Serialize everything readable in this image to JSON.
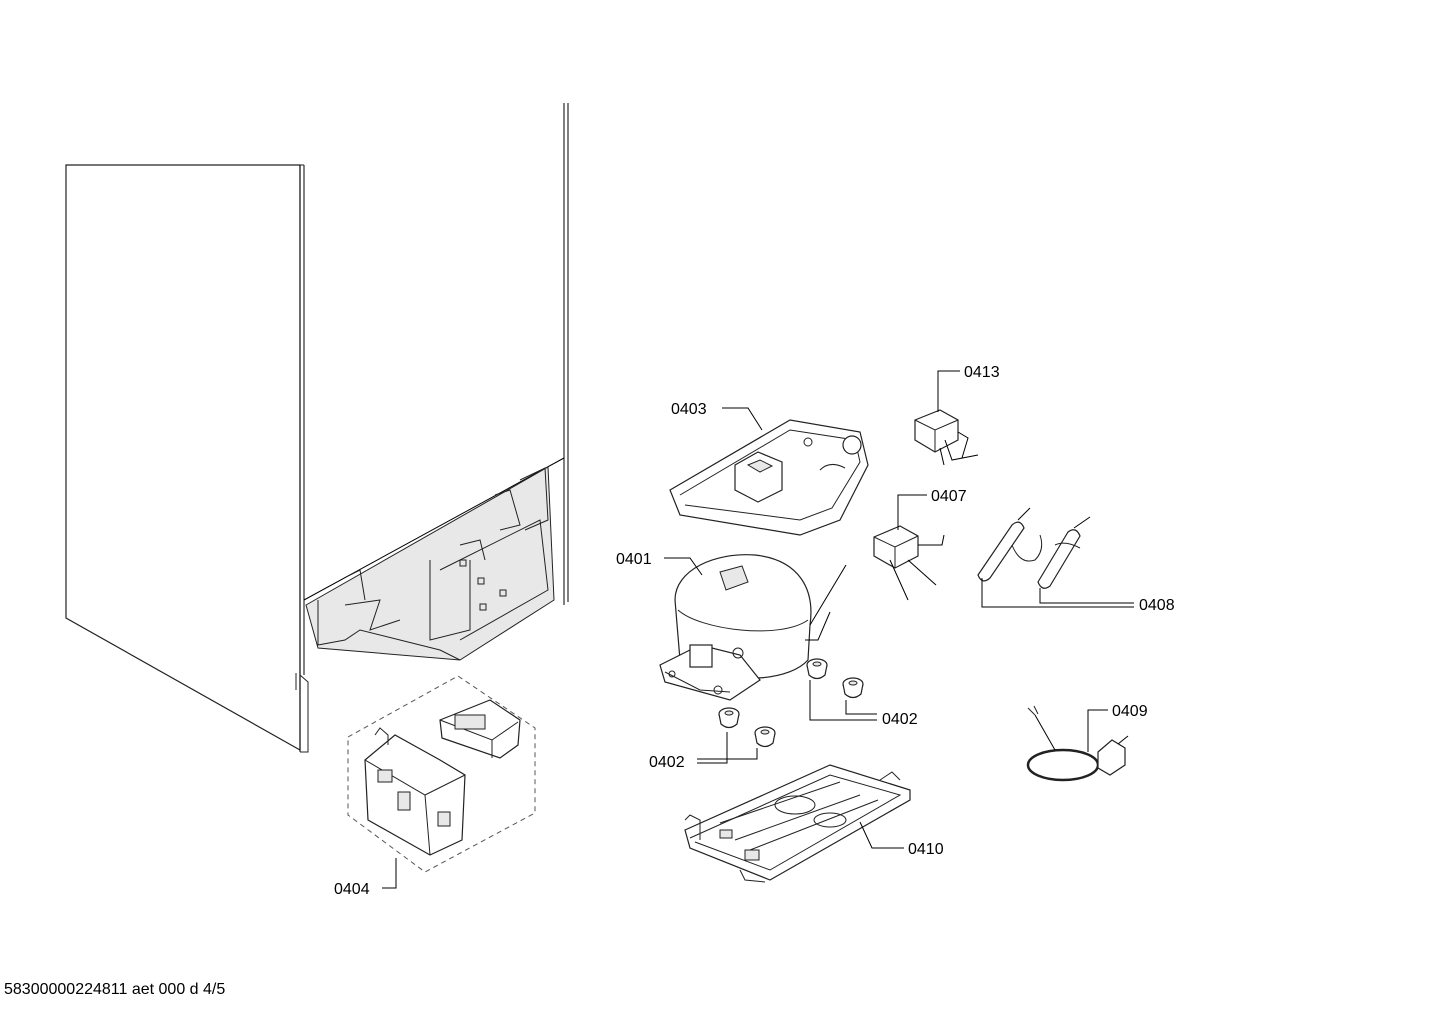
{
  "callouts": {
    "p0401": "0401",
    "p0402a": "0402",
    "p0402b": "0402",
    "p0403": "0403",
    "p0404": "0404",
    "p0407": "0407",
    "p0408": "0408",
    "p0409": "0409",
    "p0410": "0410",
    "p0413": "0413"
  },
  "footer": "58300000224811 aet 000 d 4/5"
}
